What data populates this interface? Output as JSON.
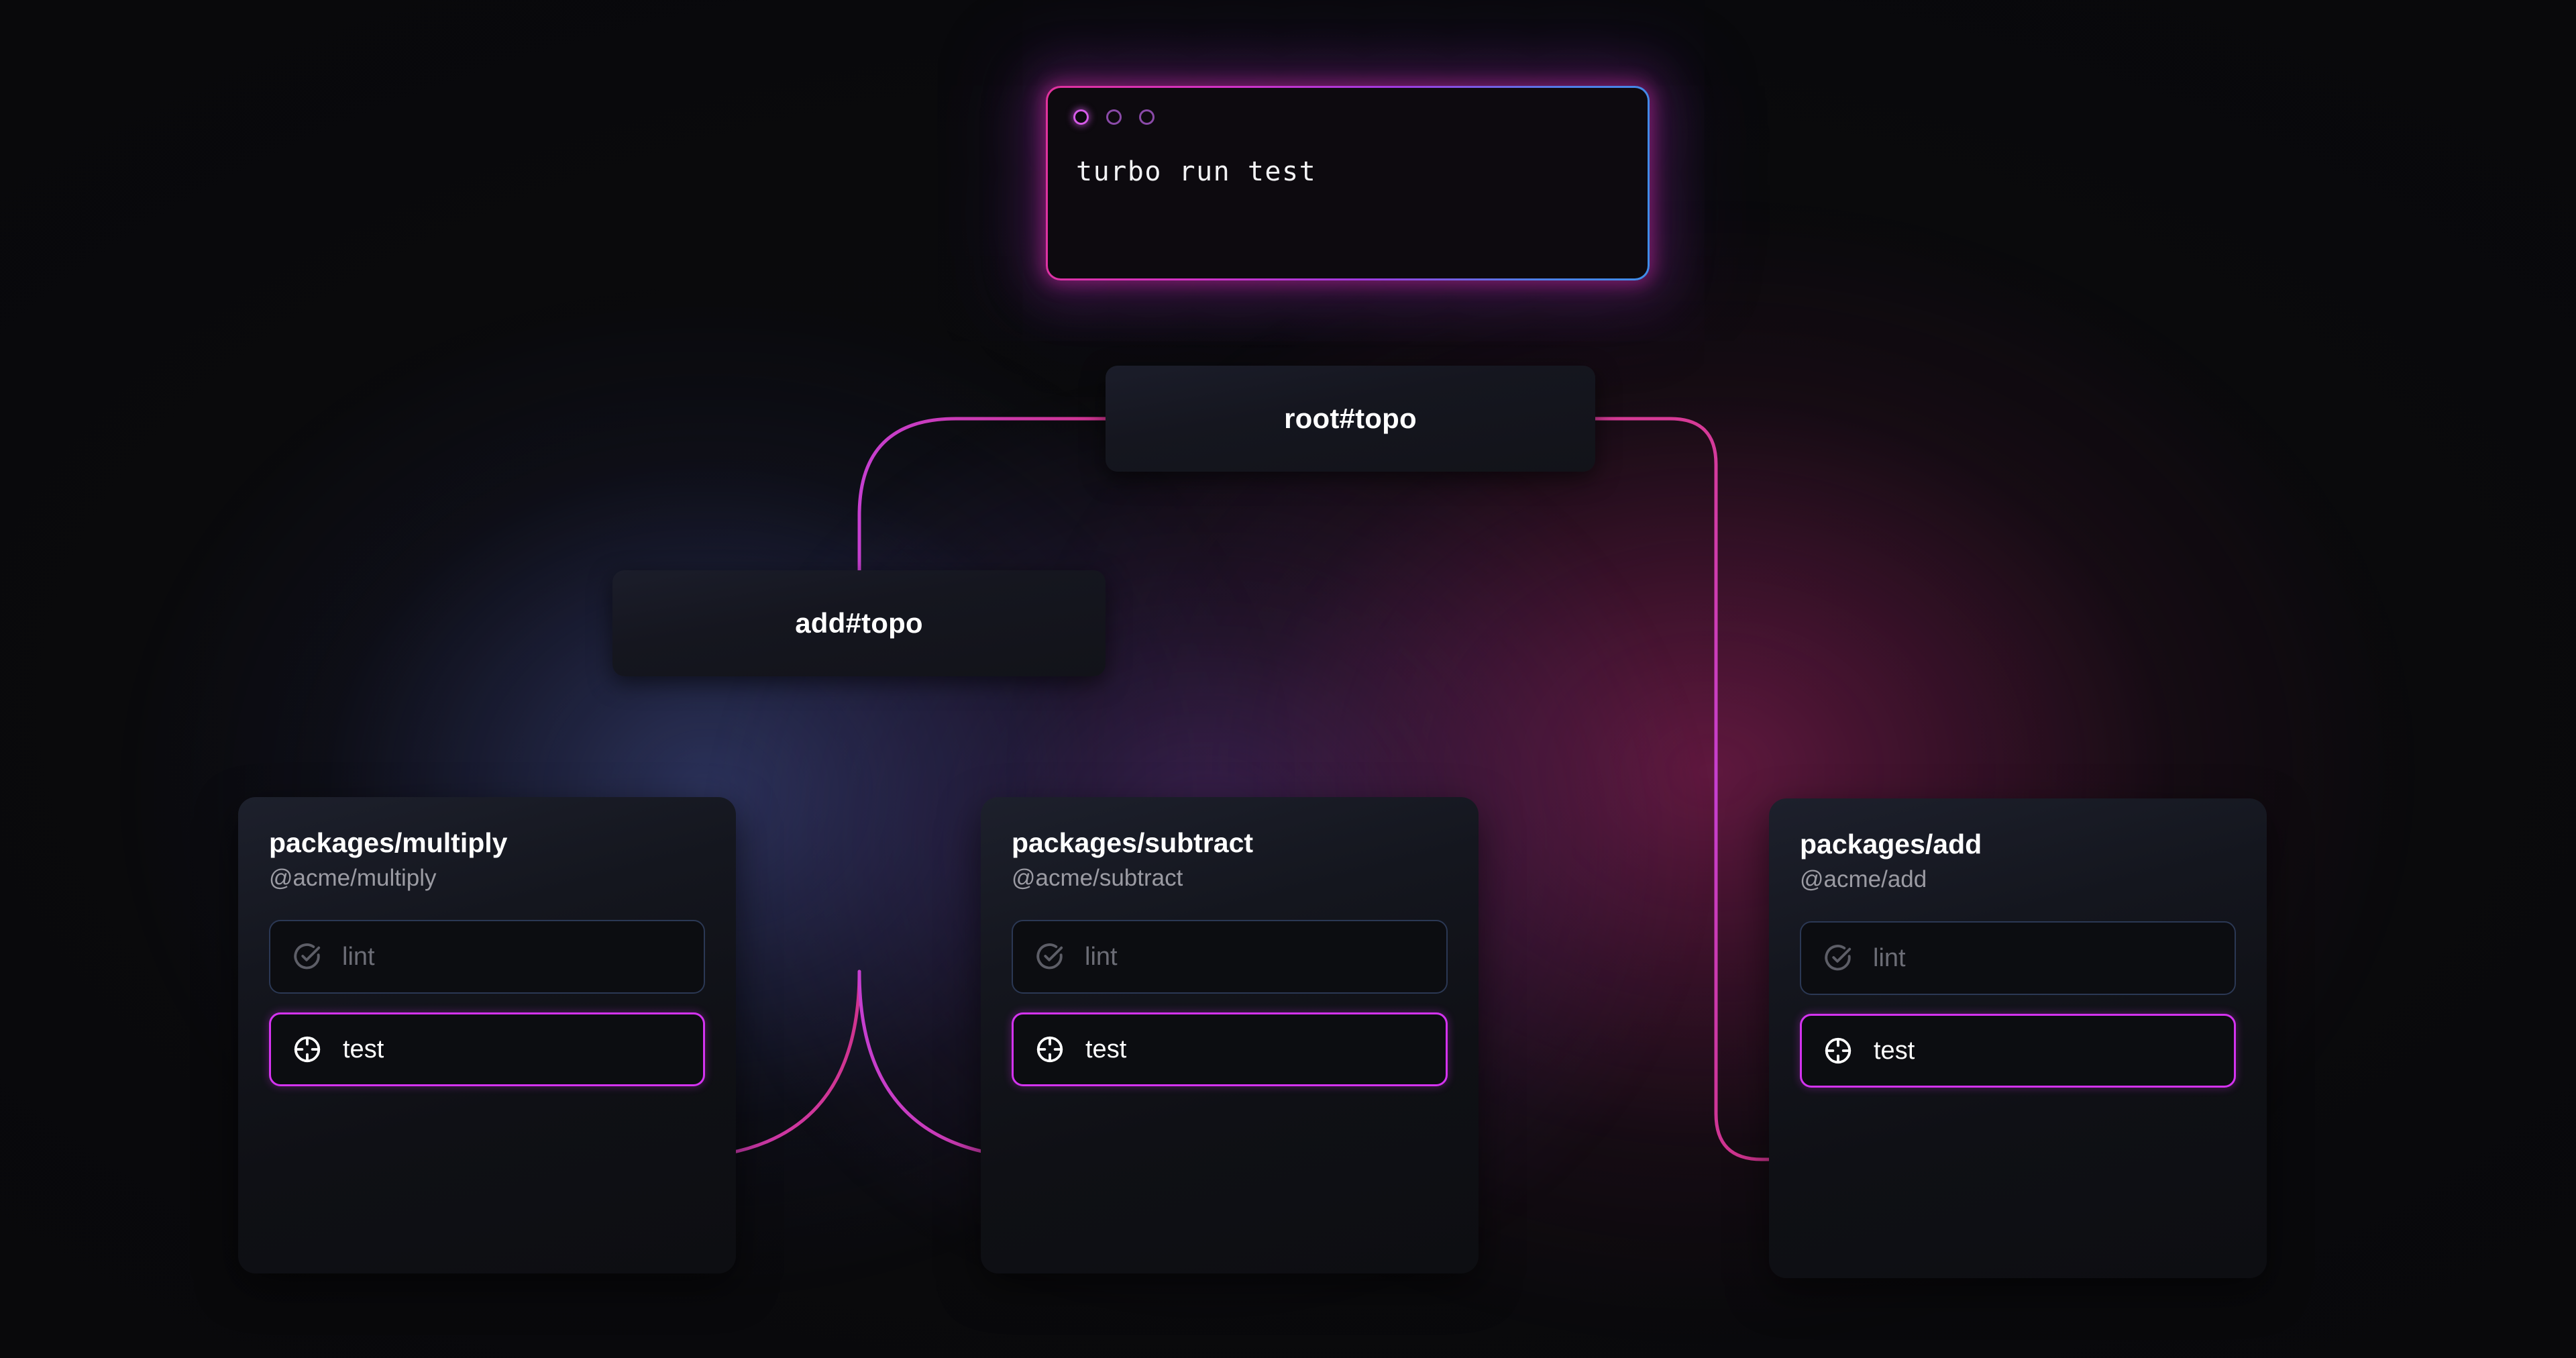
{
  "terminal": {
    "command": "turbo run test",
    "dots": [
      "window-dot-close",
      "window-dot-minimize",
      "window-dot-maximize"
    ],
    "border_gradient_from": "#e0329c",
    "border_gradient_to": "#3f8de8"
  },
  "graph": {
    "topo_nodes": [
      {
        "id": "root-topo",
        "label": "root#topo"
      },
      {
        "id": "add-topo",
        "label": "add#topo"
      }
    ],
    "edge_color": "#d63a96",
    "active_task_color": "#d433f0",
    "idle_task_border_color": "#2b3854"
  },
  "packages": [
    {
      "id": "multiply",
      "path": "packages/multiply",
      "name": "@acme/multiply",
      "tasks": [
        {
          "label": "lint",
          "state": "idle",
          "icon": "check-circle-icon"
        },
        {
          "label": "test",
          "state": "active",
          "icon": "crosshair-icon"
        }
      ]
    },
    {
      "id": "subtract",
      "path": "packages/subtract",
      "name": "@acme/subtract",
      "tasks": [
        {
          "label": "lint",
          "state": "idle",
          "icon": "check-circle-icon"
        },
        {
          "label": "test",
          "state": "active",
          "icon": "crosshair-icon"
        }
      ]
    },
    {
      "id": "add",
      "path": "packages/add",
      "name": "@acme/add",
      "tasks": [
        {
          "label": "lint",
          "state": "idle",
          "icon": "check-circle-icon"
        },
        {
          "label": "test",
          "state": "active",
          "icon": "crosshair-icon"
        }
      ]
    }
  ]
}
